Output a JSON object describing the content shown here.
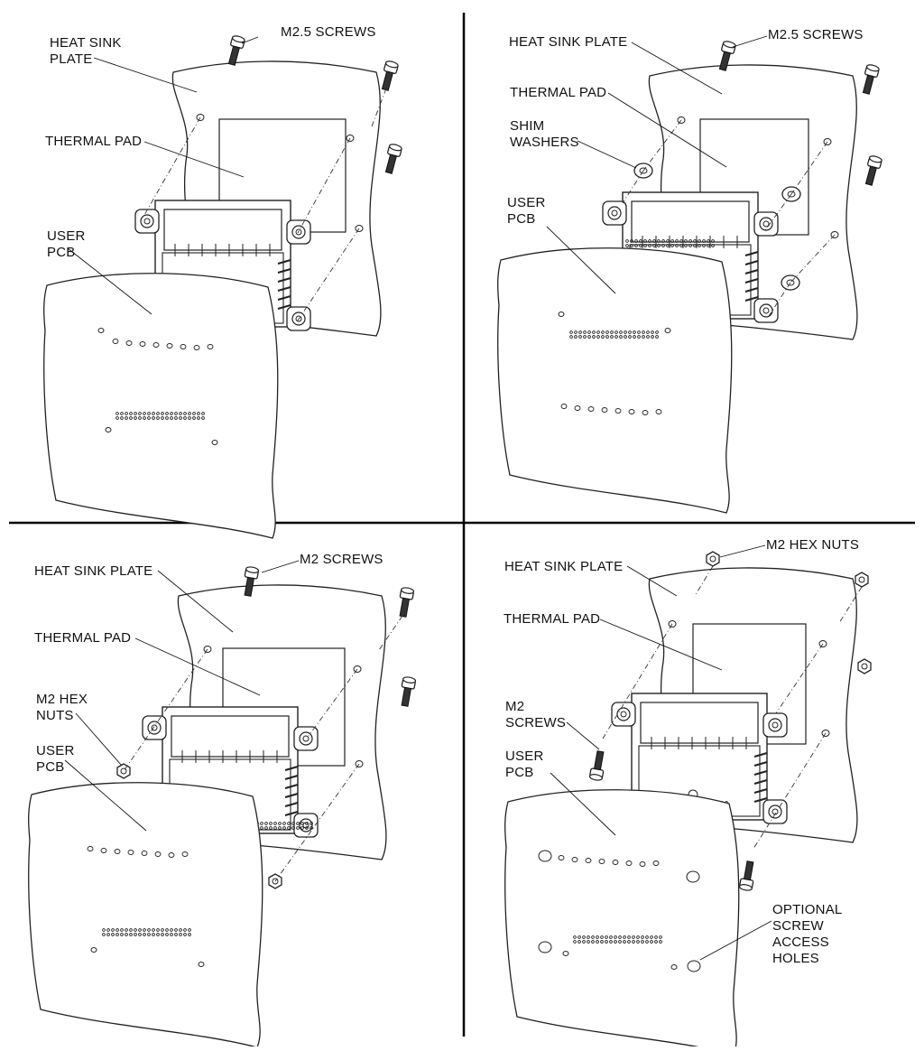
{
  "panels": [
    {
      "id": "tl",
      "labels": {
        "screws": "M2.5 SCREWS",
        "heat_sink": "HEAT SINK\nPLATE",
        "thermal_pad": "THERMAL PAD",
        "user_pcb": "USER\nPCB"
      }
    },
    {
      "id": "tr",
      "labels": {
        "screws": "M2.5 SCREWS",
        "heat_sink": "HEAT SINK PLATE",
        "thermal_pad": "THERMAL PAD",
        "shim": "SHIM\nWASHERS",
        "user_pcb": "USER\nPCB"
      }
    },
    {
      "id": "bl",
      "labels": {
        "screws": "M2 SCREWS",
        "heat_sink": "HEAT SINK PLATE",
        "thermal_pad": "THERMAL PAD",
        "hex_nuts": "M2 HEX\nNUTS",
        "user_pcb": "USER\nPCB"
      }
    },
    {
      "id": "br",
      "labels": {
        "hex_nuts": "M2 HEX NUTS",
        "heat_sink": "HEAT SINK PLATE",
        "thermal_pad": "THERMAL PAD",
        "screws": "M2\nSCREWS",
        "user_pcb": "USER\nPCB",
        "optional": "OPTIONAL\nSCREW\nACCESS\nHOLES"
      }
    }
  ]
}
